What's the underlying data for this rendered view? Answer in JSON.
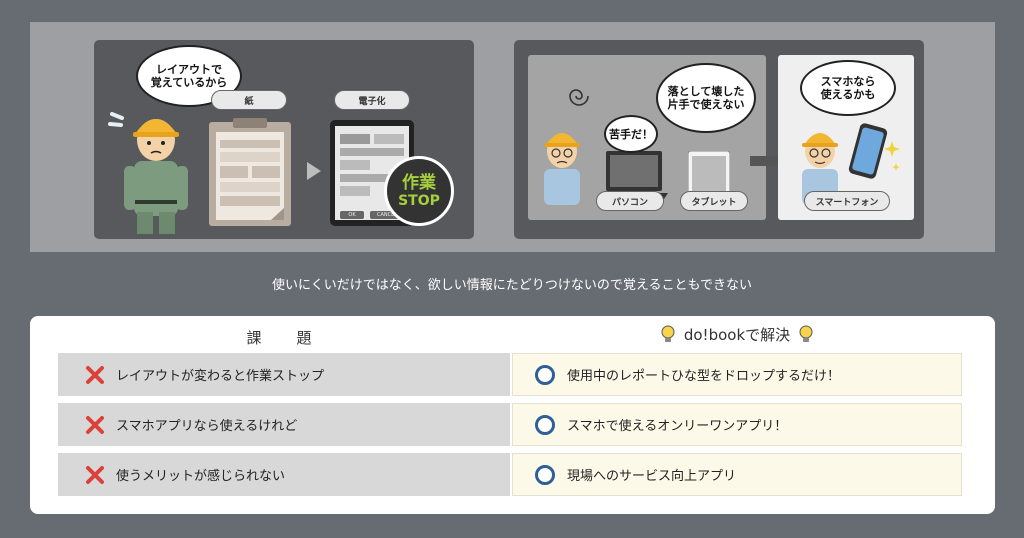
{
  "left_panel": {
    "bubble": "レイアウトで\n覚えているから",
    "paper_label": "紙",
    "digital_label": "電子化",
    "stop_top": "作業",
    "stop_bottom": "STOP",
    "screen_buttons": [
      "OK",
      "CANCEL"
    ]
  },
  "right_panel": {
    "bubble_pc": "苦手だ！",
    "bubble_tablet": "落として壊した\n片手で使えない",
    "bubble_phone": "スマホなら\n使えるかも",
    "labels": [
      "パソコン",
      "タブレット",
      "スマートフォン"
    ]
  },
  "caption": "使いにくいだけではなく、欲しい情報にたどりつけないので覚えることもできない",
  "table": {
    "left_header": "課　題",
    "right_header": "do!bookで解決",
    "problems": [
      "レイアウトが変わると作業ストップ",
      "スマホアプリなら使えるけれど",
      "使うメリットが感じられない"
    ],
    "solutions": [
      "使用中のレポートひな型をドロップするだけ！",
      "スマホで使えるオンリーワンアプリ！",
      "現場へのサービス向上アプリ"
    ]
  },
  "colors": {
    "accent_blue": "#2f5f9a",
    "cross_red": "#d9413a",
    "helmet": "#f2b632",
    "stop_green": "#99c33a"
  }
}
